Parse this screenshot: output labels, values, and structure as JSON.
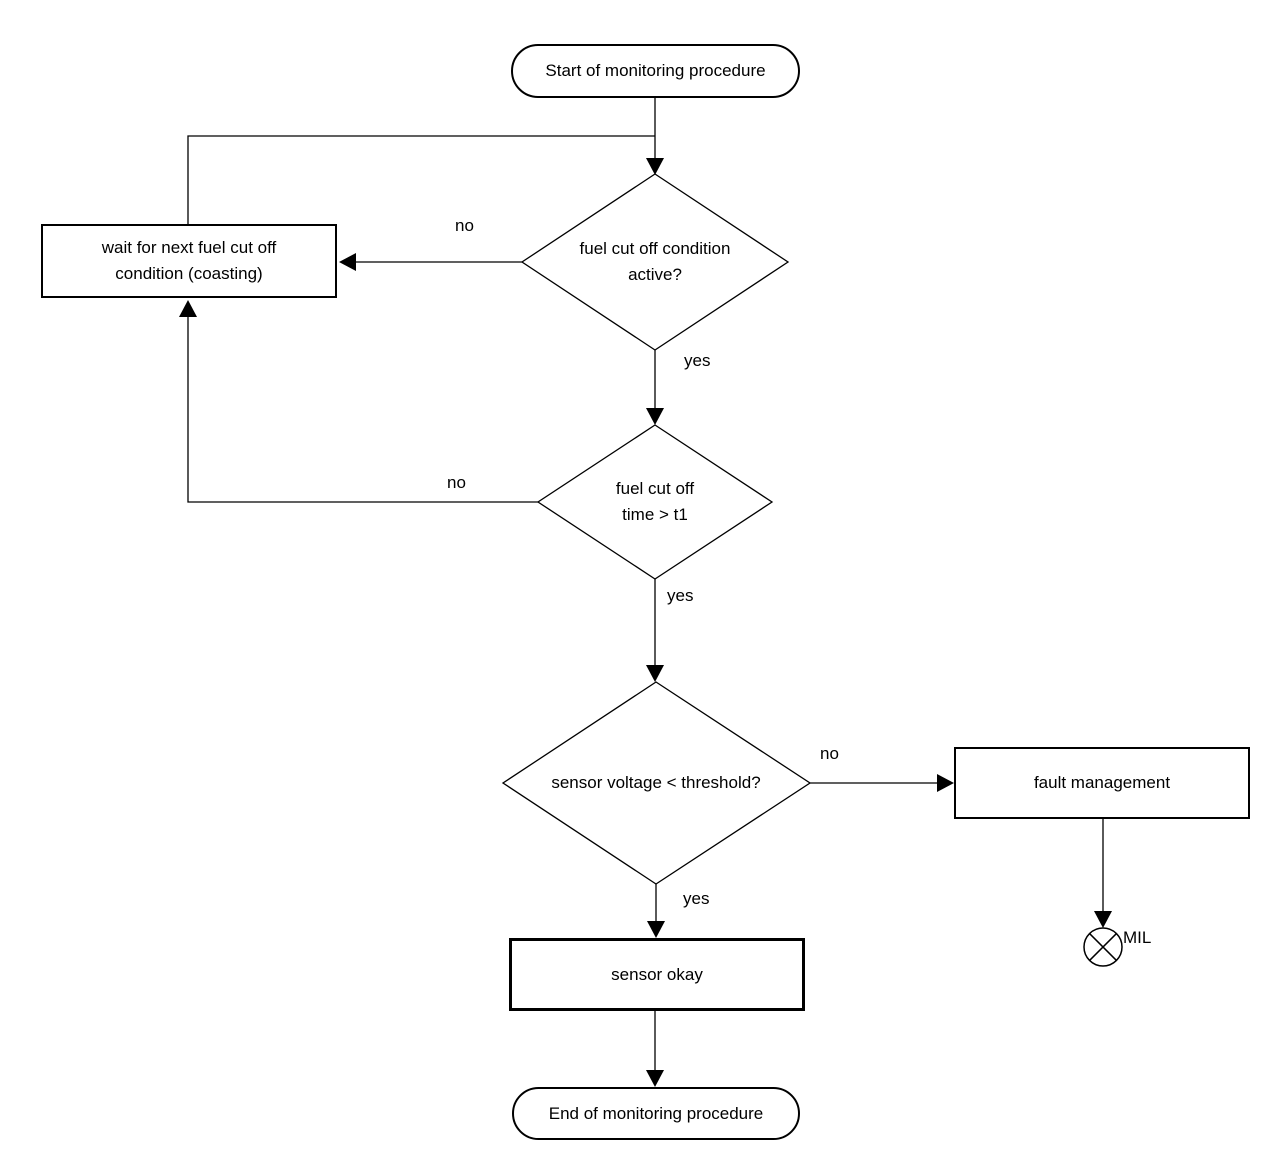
{
  "diagram": {
    "type": "flowchart",
    "background_color": "#ffffff",
    "line_color": "#000000",
    "nodes": {
      "start": {
        "shape": "terminator",
        "label": "Start of monitoring procedure"
      },
      "fuel_cut_off_condition": {
        "shape": "decision",
        "label": "fuel cut off condition active?"
      },
      "wait_for_fuel_cut_off": {
        "shape": "process",
        "label": "wait for next fuel cut off condition (coasting)"
      },
      "fuel_cut_off_time": {
        "shape": "decision",
        "label": "fuel cut off time > t1"
      },
      "sensor_voltage": {
        "shape": "decision",
        "label": "sensor voltage < threshold?"
      },
      "fault_management": {
        "shape": "process",
        "label": "fault management"
      },
      "sensor_okay": {
        "shape": "process",
        "label": "sensor okay"
      },
      "end": {
        "shape": "terminator",
        "label": "End of monitoring procedure"
      },
      "mil": {
        "shape": "indicator-lamp",
        "label": "MIL"
      }
    },
    "edge_labels": {
      "condition_no": {
        "label": "no"
      },
      "condition_yes": {
        "label": "yes"
      },
      "time_no": {
        "label": "no"
      },
      "time_yes": {
        "label": "yes"
      },
      "voltage_no": {
        "label": "no"
      },
      "voltage_yes": {
        "label": "yes"
      }
    }
  }
}
